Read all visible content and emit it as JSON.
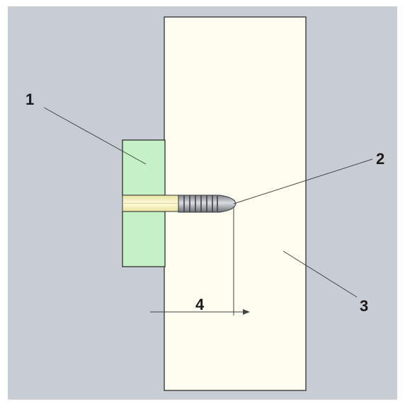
{
  "figure": {
    "callouts": {
      "part_1": "1",
      "part_2": "2",
      "part_3": "3",
      "dimension_4": "4"
    }
  },
  "colors": {
    "frame": "#ffffff",
    "background": "#c8ccd4",
    "block": "#fdfdf0",
    "plate": "#c6f0c6",
    "bore": "#fbf6c6",
    "screw": "#a9adb4",
    "line": "#444444"
  }
}
